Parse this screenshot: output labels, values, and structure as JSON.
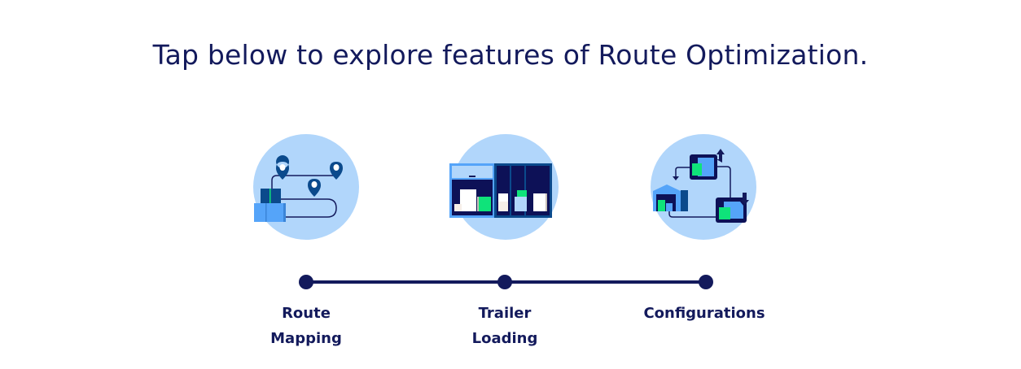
{
  "header": {
    "title": "Tap below to explore features of Route Optimization."
  },
  "features": [
    {
      "line1": "Route",
      "line2": "Mapping",
      "icon": "route-mapping-icon"
    },
    {
      "line1": "Trailer",
      "line2": "Loading",
      "icon": "trailer-loading-icon"
    },
    {
      "line1": "Configurations",
      "line2": "",
      "icon": "configurations-icon"
    }
  ],
  "colors": {
    "navy": "#131a5c",
    "circle": "#b1d6fb",
    "blue": "#55a4f9",
    "darkblue": "#0b4a8c",
    "green": "#0fe37a"
  }
}
